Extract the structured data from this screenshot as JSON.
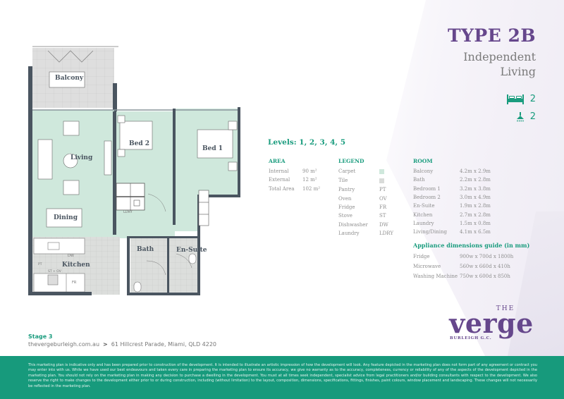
{
  "header": {
    "type_title": "TYPE 2B",
    "subtitle_line1": "Independent",
    "subtitle_line2": "Living",
    "bedrooms": {
      "icon": "bed-icon",
      "count": "2"
    },
    "bathrooms": {
      "icon": "shower-icon",
      "count": "2"
    }
  },
  "colors": {
    "accent_purple": "#66478c",
    "accent_green": "#1a9c7e",
    "carpet": "#cfe8dc",
    "tile": "#d9dbd9",
    "wall": "#4a5560",
    "footer_bg": "#179a7c"
  },
  "floorplan": {
    "rooms": {
      "balcony": "Balcony",
      "living": "Living",
      "dining": "Dining",
      "kitchen": "Kitchen",
      "bed2": "Bed 2",
      "bed1": "Bed 1",
      "bath": "Bath",
      "ensuite": "En-Suite"
    },
    "fixtures": {
      "laundry": "LDRY",
      "dishwasher": "DW",
      "pantry": "PT",
      "stove_oven": "ST + OV",
      "fridge": "FR"
    }
  },
  "levels": "Levels: 1, 2, 3, 4, 5",
  "area": {
    "heading": "AREA",
    "rows": [
      {
        "label": "Internal",
        "value": "90 m²"
      },
      {
        "label": "External",
        "value": "12 m²"
      },
      {
        "label": "Total Area",
        "value": "102 m²"
      }
    ]
  },
  "legend": {
    "heading": "LEGEND",
    "swatches": [
      {
        "label": "Carpet",
        "color": "#cfe8dc"
      },
      {
        "label": "Tile",
        "color": "#d9dbd9"
      }
    ],
    "rows": [
      {
        "label": "Pantry",
        "code": "PT"
      },
      {
        "label": "Oven",
        "code": "OV"
      },
      {
        "label": "Fridge",
        "code": "FR"
      },
      {
        "label": "Stove",
        "code": "ST"
      },
      {
        "label": "Dishwasher",
        "code": "DW"
      },
      {
        "label": "Laundry",
        "code": "LDRY"
      }
    ]
  },
  "room": {
    "heading": "ROOM",
    "rows": [
      {
        "label": "Balcony",
        "value": "4.2m x 2.9m"
      },
      {
        "label": "Bath",
        "value": "2.2m x 2.8m"
      },
      {
        "label": "Bedroom 1",
        "value": "3.2m x 3.8m"
      },
      {
        "label": "Bedroom 2",
        "value": "3.0m x 4.9m"
      },
      {
        "label": "En-Suite",
        "value": "1.9m x 2.8m"
      },
      {
        "label": "Kitchen",
        "value": "2.7m x 2.8m"
      },
      {
        "label": "Laundry",
        "value": "1.5m x 0.8m"
      },
      {
        "label": "Living/Dining",
        "value": "4.1m x 6.5m"
      }
    ]
  },
  "appliances": {
    "heading": "Appliance dimensions guide (in mm)",
    "rows": [
      {
        "label": "Fridge",
        "value": "900w x 700d x 1800h"
      },
      {
        "label": "Microwave",
        "value": "560w x 660d x 410h"
      },
      {
        "label": "Washing Machine",
        "value": "750w x 600d x 850h"
      }
    ]
  },
  "logo": {
    "the": "THE",
    "name": "verge",
    "tagline": "BURLEIGH G.C."
  },
  "footer": {
    "stage": "Stage 3",
    "website": "thevergeburleigh.com.au",
    "separator": ">",
    "address": "61 Hillcrest Parade, Miami, QLD 4220",
    "disclaimer": "This marketing plan is indicative only and has been prepared prior to construction of the development. It is intended to illustrate an artistic impression of how the development will look. Any feature depicted in the marketing plan does not form part of any agreement or contract you may enter into with us. While we have used our best endeavours and taken every care in preparing the marketing plan to ensure its accuracy, we give no warranty as to the accuracy, completeness, currency or reliability of any of the aspects of the development depicted in the marketing plan. You should not rely on the marketing plan in making any decision to purchase a dwelling in the development. You must at all times seek independent, specialist advice from legal practitioners and/or building consultants with respect to the development. We also reserve the right to make changes to the development either prior to or during construction, including (without limitation) to the layout, composition, dimensions, specifications, fittings, finishes, paint colours, window placement and landscaping. These changes will not necessarily be reflected in the marketing plan."
  }
}
